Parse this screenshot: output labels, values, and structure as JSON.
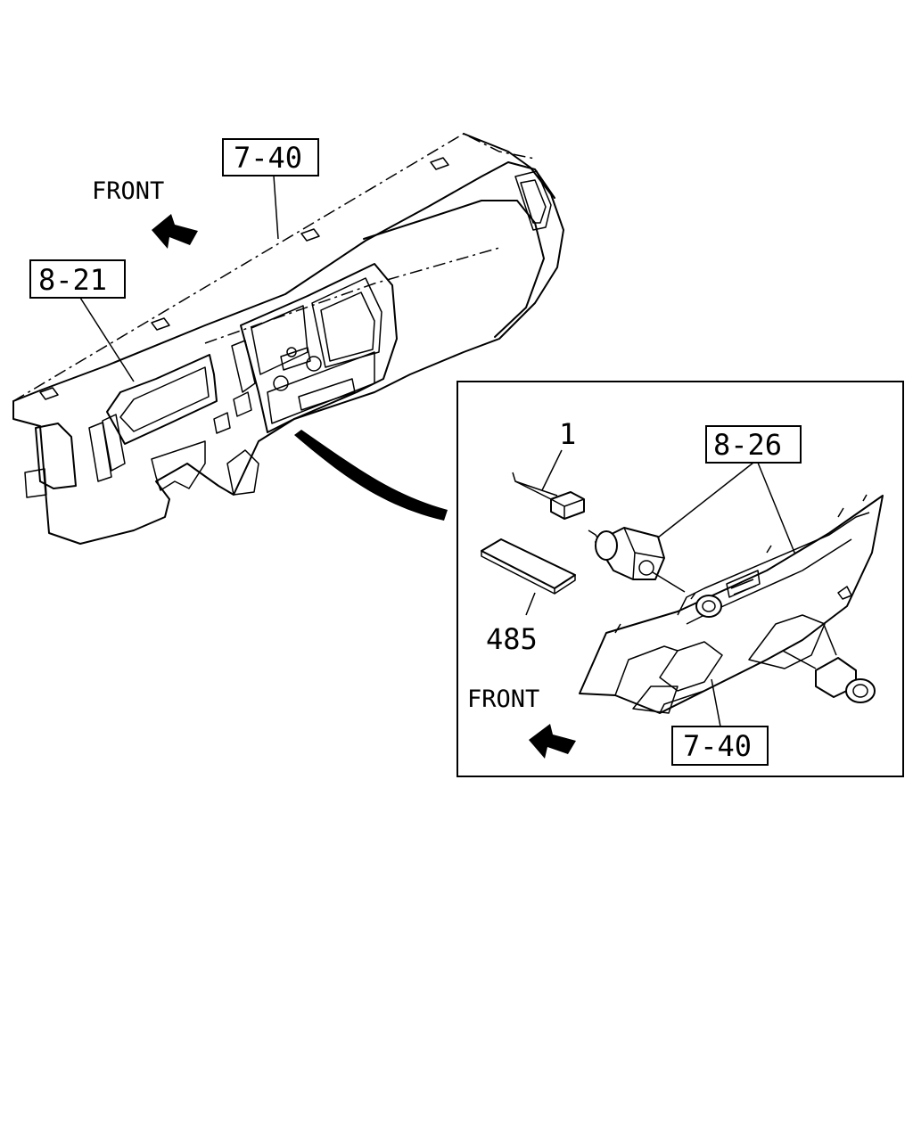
{
  "labels": {
    "front_top": "FRONT",
    "front_inset": "FRONT",
    "ref_740_top": "7-40",
    "ref_821": "8-21",
    "ref_826": "8-26",
    "ref_740_inset": "7-40",
    "part_1": "1",
    "part_485": "485"
  },
  "icons": {
    "front_arrow_top": "front-arrow-icon",
    "front_arrow_inset": "front-arrow-icon"
  }
}
